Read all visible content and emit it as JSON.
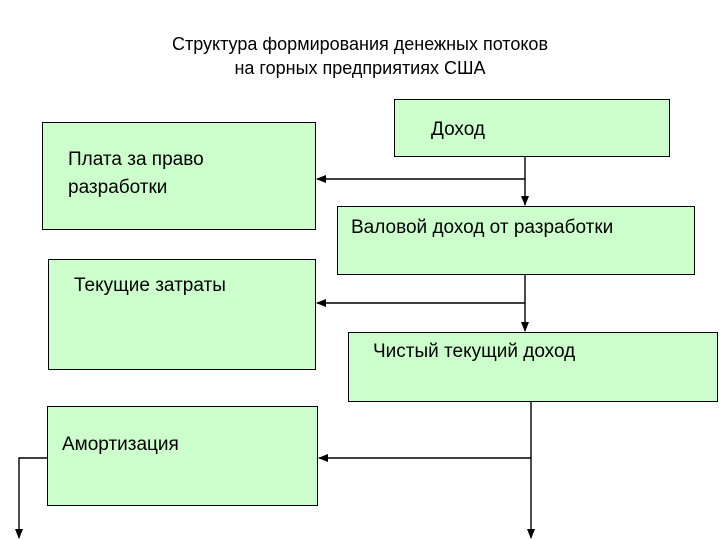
{
  "title": {
    "line1": "Структура формирования денежных потоков",
    "line2": "на горных предприятиях США"
  },
  "boxes": {
    "income": "Доход",
    "royalty_line1": "Плата за право",
    "royalty_line2": "разработки",
    "gross_income": "Валовой доход от разработки",
    "current_costs": "Текущие затраты",
    "net_income": "Чистый текущий доход",
    "amortization": "Амортизация"
  },
  "colors": {
    "box_fill": "#ccffcc",
    "line": "#000000"
  }
}
